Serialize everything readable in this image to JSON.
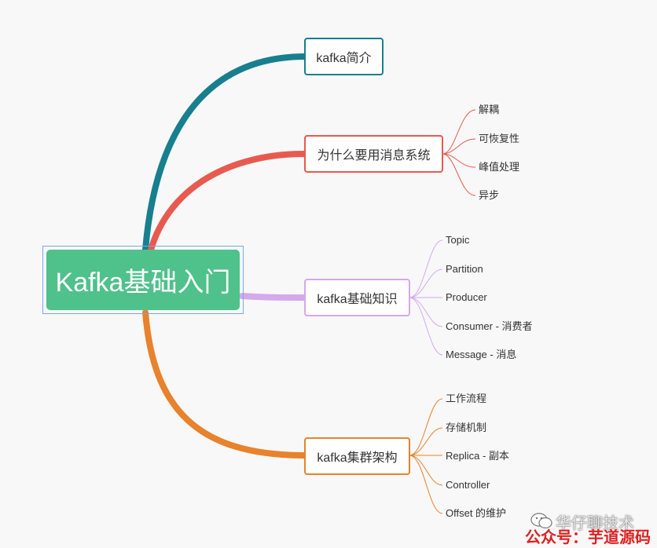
{
  "root": {
    "label": "Kafka基础入门"
  },
  "branches": [
    {
      "label": "kafka简介",
      "color": "#177f8e",
      "children": []
    },
    {
      "label": "为什么要用消息系统",
      "color": "#e85a4f",
      "children": [
        "解耦",
        "可恢复性",
        "峰值处理",
        "异步"
      ]
    },
    {
      "label": "kafka基础知识",
      "color": "#d6a8ec",
      "children": [
        "Topic",
        "Partition",
        "Producer",
        "Consumer - 消费者",
        "Message - 消息"
      ]
    },
    {
      "label": "kafka集群架构",
      "color": "#e8822c",
      "children": [
        "工作流程",
        "存储机制",
        "Replica - 副本",
        "Controller",
        "Offset 的维护"
      ]
    }
  ],
  "watermark": {
    "line1": "华仔聊技术",
    "line2": "公众号：芋道源码"
  },
  "icons": {
    "watermark_logo": "wechat-icon"
  }
}
